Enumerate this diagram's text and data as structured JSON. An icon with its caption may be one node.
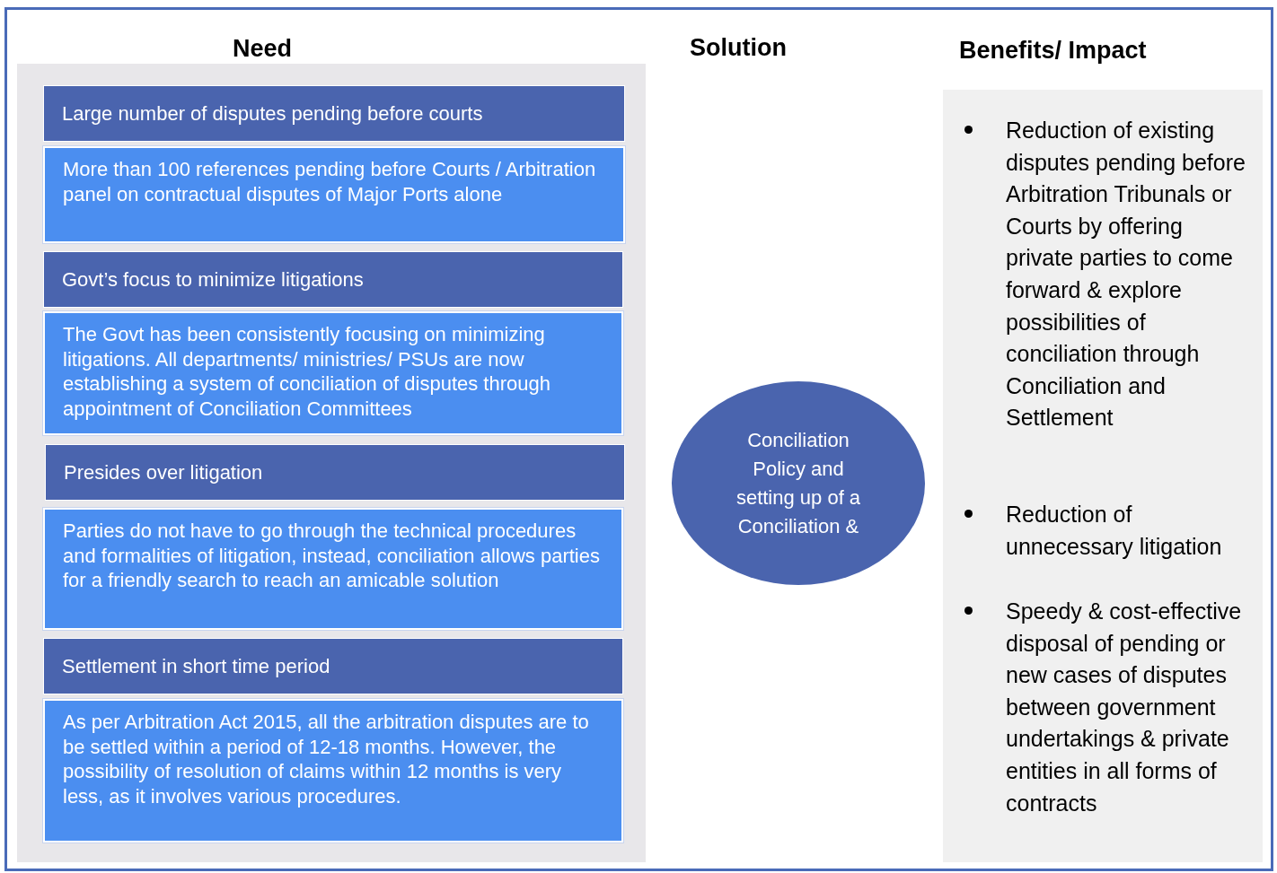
{
  "diagram": {
    "nodes": [
      {
        "text": [
          "Need"
        ]
      },
      {
        "text": [
          "Large number of disputes pending before courts"
        ],
        "in": 0
      },
      {
        "text": [
          "More than 100 references pending before Courts / Arbitration panel on contractual disputes of Major Ports alone"
        ],
        "in": 0
      },
      {
        "text": [
          "Govt’s focus to minimize litigations"
        ],
        "in": 0
      },
      {
        "text": [
          "The Govt has been consistently focusing on minimizing litigations. All departments/ ministries/ PSUs are now establishing a system of conciliation of disputes through appointment of Conciliation Committees"
        ],
        "in": 0
      },
      {
        "text": [
          "Presides over litigation"
        ],
        "in": 0
      },
      {
        "text": [
          "Parties do not have to go through the technical procedures and formalities of litigation, instead, conciliation allows parties for a friendly search to reach an amicable solution"
        ],
        "in": 0
      },
      {
        "text": [
          "Settlement in short time period"
        ],
        "in": 0
      },
      {
        "text": [
          "As per Arbitration Act 2015, all the arbitration disputes are to be settled within a period of 12-18 months.  However, the possibility of resolution of claims within 12 months is very less, as it involves various procedures."
        ],
        "in": 0
      },
      {
        "text": [
          "Conciliation Policy and setting up of a Conciliation &"
        ]
      },
      {
        "text": [
          "Benefits/ Impact",
          "Reduction of existing disputes pending before Arbitration Tribunals or Courts by offering private parties to come forward & explore possibilities of conciliation through Conciliation and Settlement",
          "Reduction of unnecessary litigation",
          "Speedy & cost-effective disposal of pending or new cases of disputes between government undertakings & private entities in all forms of contracts"
        ]
      }
    ],
    "edges": [],
    "labels": [
      "Solution"
    ]
  }
}
